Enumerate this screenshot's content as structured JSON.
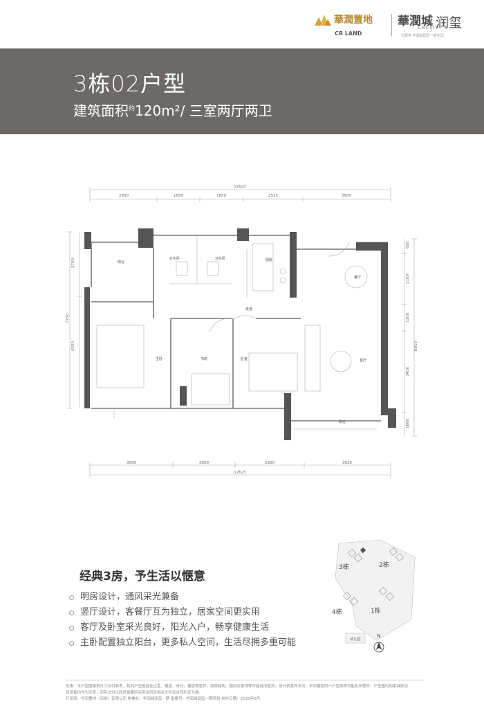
{
  "header": {
    "brand_cn": "華潤置地",
    "brand_en": "CR LAND",
    "project_cn": "華潤城",
    "project_en": "CRCITY",
    "project_tagline": "泛君悦    平湖城园至一新生园",
    "sub_brand": "润玺"
  },
  "banner": {
    "unit_title": "3栋02户型",
    "area_label": "建筑面积",
    "area_prefix": "约",
    "area_value": "120m²/ 三室两厅两卫"
  },
  "floorplan": {
    "top_dims": [
      "12625",
      "2800",
      "1850",
      "1850",
      "2525",
      "3600"
    ],
    "bottom_dims": [
      "3500",
      "2600",
      "2900",
      "3625",
      "12625"
    ],
    "left_dims": [
      "2700",
      "7250",
      "4550"
    ],
    "right_dims": [
      "600",
      "2100",
      "1100",
      "8910",
      "3450",
      "1660"
    ],
    "rooms": {
      "balcony_top": "阳台",
      "bath1": "卫生间",
      "bath2": "卫生间",
      "kitchen": "厨房",
      "dining": "餐厅",
      "corridor": "走道",
      "master": "主卧",
      "study": "书房",
      "bedroom": "卧室",
      "living": "客厅",
      "balcony_bottom": "阳台"
    }
  },
  "slogan": "经典3房，予生活以惬意",
  "features": [
    "明房设计，通风采光兼备",
    "竖厅设计，客餐厅互为独立，居家空间更实用",
    "客厅及卧室采光良好，阳光入户，畅享健康生活",
    "主卧配置独立阳台，更多私人空间，生活尽拥多重可能"
  ],
  "siteplan": {
    "labels": [
      "3栋",
      "2栋",
      "4栋",
      "1栋"
    ],
    "north": "N",
    "kinder": "幼儿园"
  },
  "disclaimer": [
    "免责：本户型图面积尺寸仅供参考，相同户型因选址位置、楼层、单元、楼层等差异，局部结构、朝向及景观等可能有所差异，设计表差异不同，不同楼层同一户型面积可能有所差异，户型图内的家具陈设",
    "及设备均作为示意，实际交付以政府备案的买卖合同及相关文件及合同约定为准。",
    "开发商：华润置地（深圳）有限公司   售楼处：华润城润玺一期   备案号：华润城润玺一期项目   制作日期：2020年6月"
  ],
  "colors": {
    "banner": "#6c6966",
    "gold": "#b8892f",
    "wall": "#555555"
  }
}
